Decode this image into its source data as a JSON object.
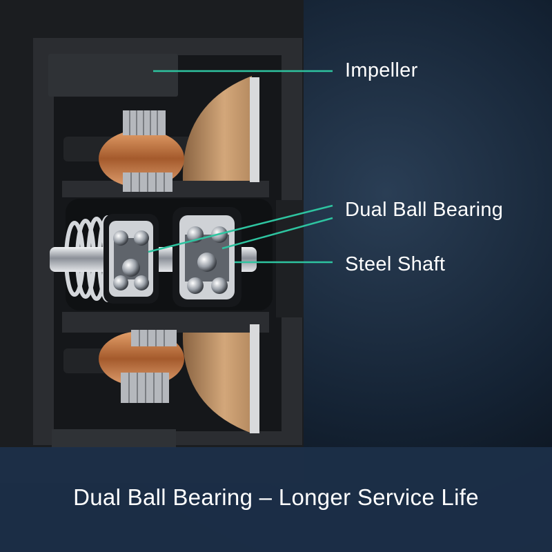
{
  "labels": {
    "impeller": "Impeller",
    "dual_ball_bearing": "Dual Ball Bearing",
    "steel_shaft": "Steel Shaft"
  },
  "caption": "Dual Ball Bearing – Longer Service Life",
  "colors": {
    "leader_line": "#2ec4a0",
    "caption_bar": "#1c2f48",
    "background": "#0a0f17",
    "housing": "#2b2d31",
    "copper": "#c8804c",
    "impeller_disc": "#c99c70",
    "steel": "#c9ccd1"
  }
}
